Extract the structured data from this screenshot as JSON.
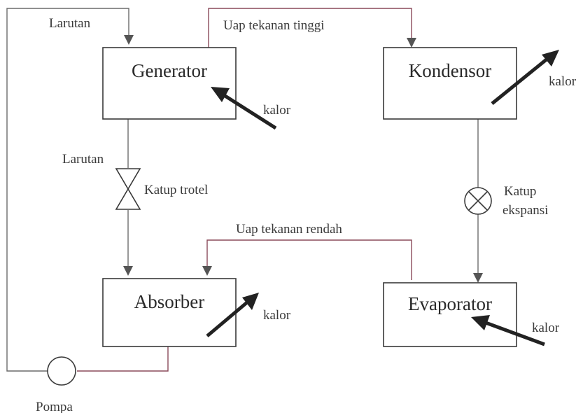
{
  "components": {
    "generator": "Generator",
    "kondensor": "Kondensor",
    "absorber": "Absorber",
    "evaporator": "Evaporator"
  },
  "labels": {
    "larutan_top": "Larutan",
    "larutan_mid": "Larutan",
    "uap_tinggi": "Uap tekanan tinggi",
    "uap_rendah": "Uap tekanan rendah",
    "katup_trotel": "Katup trotel",
    "katup_ekspansi_1": "Katup",
    "katup_ekspansi_2": "ekspansi",
    "pompa": "Pompa",
    "kalor_generator": "kalor",
    "kalor_kondensor": "kalor",
    "kalor_absorber": "kalor",
    "kalor_evaporator": "kalor"
  }
}
